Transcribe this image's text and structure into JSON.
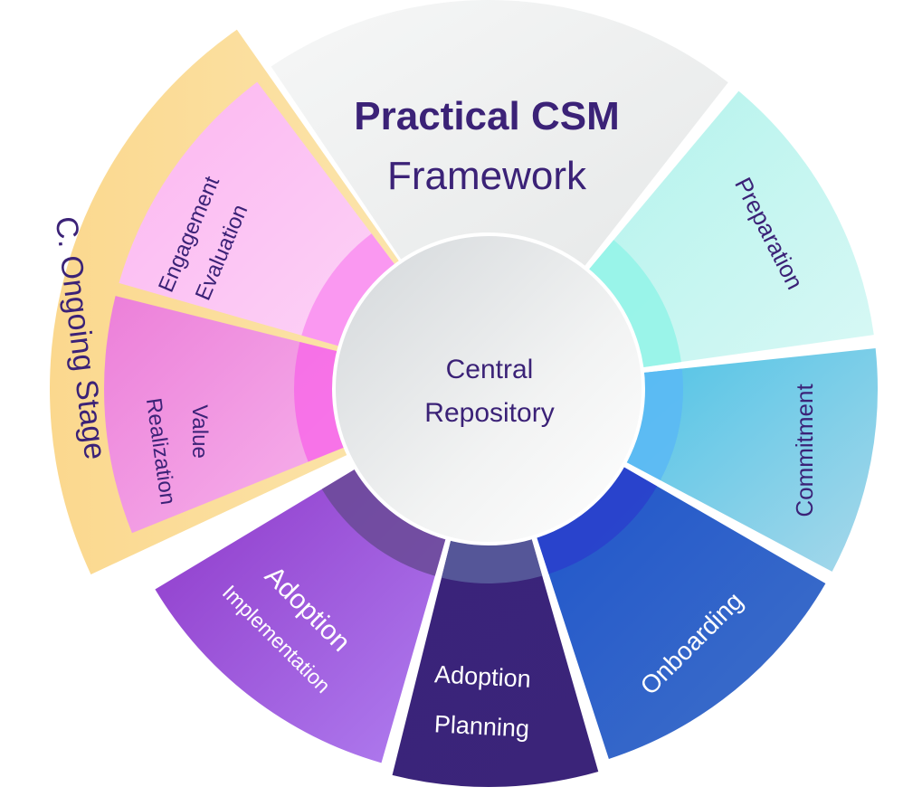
{
  "title": {
    "line1": "Practical CSM",
    "line2": "Framework"
  },
  "center": {
    "line1": "Central",
    "line2": "Repository"
  },
  "outer_band": {
    "label": "C. Ongoing Stage",
    "color": "#fbdf9c"
  },
  "segments": [
    {
      "id": "preparation",
      "label1": "Preparation",
      "label2": "",
      "color_a": "#b2f3ec",
      "color_b": "#d8f8f5",
      "band": "#92f3e8"
    },
    {
      "id": "commitment",
      "label1": "Commitment",
      "label2": "",
      "color_a": "#4fc3e6",
      "color_b": "#a7d8ea",
      "band": "#5bb9f5"
    },
    {
      "id": "onboarding",
      "label1": "Onboarding",
      "label2": "",
      "color_a": "#1f55cb",
      "color_b": "#4070c8",
      "band": "#2a3fcc"
    },
    {
      "id": "adoption-planning",
      "label1": "Adoption",
      "label2": "Planning",
      "color_a": "#3a237a",
      "color_b": "#3b2479",
      "band": "#5a5f9e"
    },
    {
      "id": "adoption-implementation",
      "label1": "Adoption",
      "label2": "Implementation",
      "color_a": "#8e38c9",
      "color_b": "#b07ef0",
      "band": "#6a4a96"
    },
    {
      "id": "value-realization",
      "label1": "Value",
      "label2": "Realization",
      "color_a": "#ec7fd9",
      "color_b": "#f7b4ec",
      "band": "#f76ae7"
    },
    {
      "id": "engagement-evaluation",
      "label1": "Engagement",
      "label2": "Evaluation",
      "color_a": "#fbb6f1",
      "color_b": "#fdd3f6",
      "band": "#f98ef0"
    }
  ],
  "colors": {
    "text_dark": "#3b2277",
    "title_segment": "#ececec",
    "center_fill": "#eceeef"
  }
}
